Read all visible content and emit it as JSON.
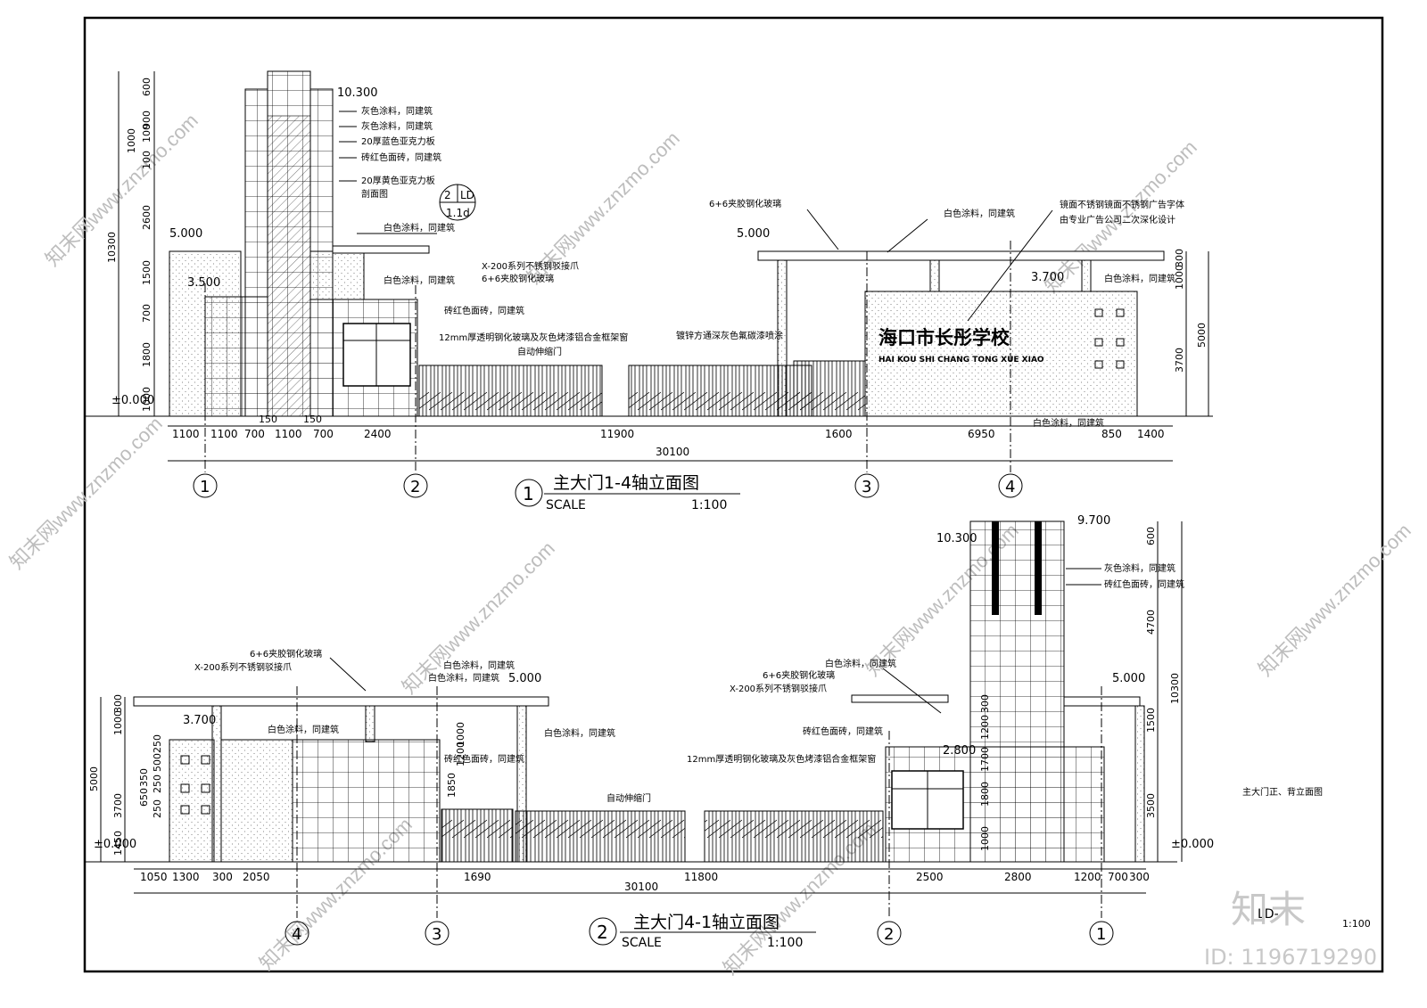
{
  "drawing": {
    "elev1": {
      "title": "主大门1-4轴立面图",
      "no": "1",
      "scale_label": "SCALE",
      "scale": "1:100",
      "levels": [
        "10.300",
        "5.000",
        "3.500",
        "±0.000",
        "5.000",
        "3.700"
      ],
      "left_dims": [
        "600",
        "900",
        "100",
        "1000",
        "100",
        "2600",
        "1500",
        "700",
        "1800",
        "1000"
      ],
      "left_total": "10300",
      "right_dims": [
        "300",
        "1000",
        "3700"
      ],
      "right_total": "5000",
      "bottom_dims": [
        "1100",
        "1100",
        "700",
        "1100",
        "700",
        "2400",
        "11900",
        "1600",
        "6950",
        "850",
        "1400"
      ],
      "small_dims": [
        "150",
        "150"
      ],
      "total": "30100",
      "axes": [
        "1",
        "2",
        "3",
        "4"
      ],
      "callouts": [
        "灰色涂料，同建筑",
        "灰色涂料，同建筑",
        "20厚蓝色亚克力板",
        "砖红色面砖，同建筑",
        "20厚黄色亚克力板",
        "剖面图",
        "白色涂料，同建筑",
        "X-200系列不锈钢驳接爪",
        "6+6夹胶钢化玻璃",
        "白色涂料，同建筑",
        "砖红色面砖，同建筑",
        "12mm厚透明钢化玻璃及灰色烤漆铝合金框架窗",
        "自动伸缩门",
        "6+6夹胶钢化玻璃",
        "白色涂料，同建筑",
        "镜面不锈钢镜面不锈钢广告字体",
        "由专业广告公司二次深化设计",
        "镀锌方通深灰色氟碳漆喷涂",
        "白色涂料，同建筑",
        "白色涂料，同建筑"
      ],
      "detail_ref": {
        "top": "2",
        "right": "LD",
        "bottom": "1.1d"
      },
      "sign_cn": "海口市长彤学校",
      "sign_en": "HAI KOU SHI CHANG TONG XUE XIAO"
    },
    "elev2": {
      "title": "主大门4-1轴立面图",
      "no": "2",
      "scale_label": "SCALE",
      "scale": "1:100",
      "levels": [
        "9.700",
        "10.300",
        "5.000",
        "3.700",
        "±0.000",
        "5.000",
        "2.800",
        "±0.000"
      ],
      "left_dims": [
        "300",
        "1000",
        "3700",
        "1450"
      ],
      "left_total": "5000",
      "left_small_dims": [
        "250",
        "500",
        "350",
        "650",
        "250",
        "250"
      ],
      "mid_dims": [
        "1000",
        "1200",
        "1850"
      ],
      "tower_dims": [
        "600",
        "4700",
        "1500",
        "3500"
      ],
      "tower_inner_dims": [
        "300",
        "1200",
        "1700",
        "1800",
        "1000"
      ],
      "right_total": "10300",
      "bottom_dims": [
        "1050",
        "1300",
        "300",
        "2050",
        "1690",
        "11800",
        "2500",
        "2800",
        "1200",
        "700",
        "300"
      ],
      "total": "30100",
      "axes": [
        "4",
        "3",
        "2",
        "1"
      ],
      "callouts": [
        "6+6夹胶钢化玻璃",
        "X-200系列不锈钢驳接爪",
        "白色涂料，同建筑",
        "白色涂料，同建筑",
        "白色涂料，同建筑",
        "砖红色面砖，同建筑",
        "白色涂料，同建筑",
        "自动伸缩门",
        "白色涂料，同建筑",
        "6+6夹胶钢化玻璃",
        "X-200系列不锈钢驳接爪",
        "砖红色面砖，同建筑",
        "12mm厚透明钢化玻璃及灰色烤漆铝合金框架窗",
        "灰色涂料，同建筑",
        "砖红色面砖，同建筑"
      ]
    },
    "sheet_title": "主大门正、背立面图",
    "sheet_no": "LD-",
    "sheet_scale": "1:100",
    "brand": "知末",
    "id_label": "ID: 1196719290",
    "watermark": "知末网www.znzmo.com"
  }
}
